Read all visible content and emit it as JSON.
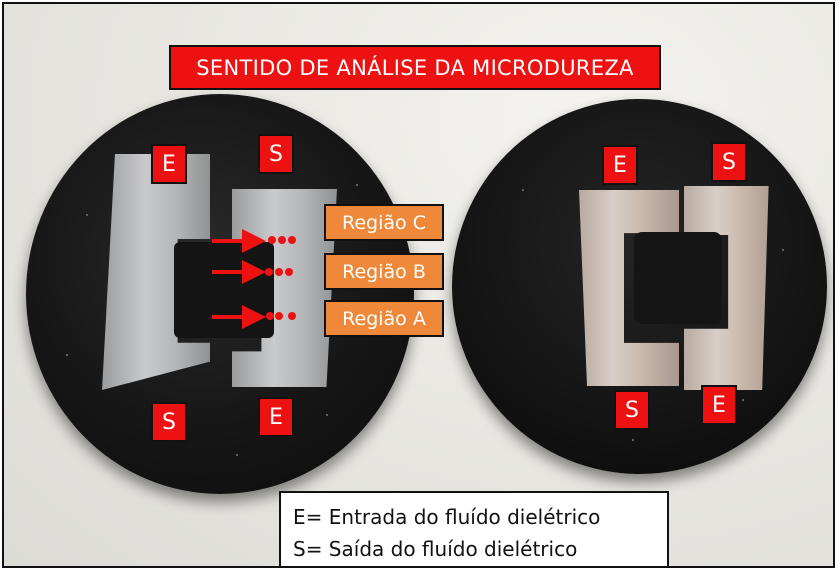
{
  "title": "SENTIDO DE ANÁLISE DA MICRODUREZA",
  "regions": [
    "Região C",
    "Região B",
    "Região A"
  ],
  "left_sample": {
    "top_left": "E",
    "top_right": "S",
    "bottom_left": "S",
    "bottom_right": "E"
  },
  "right_sample": {
    "top_left": "E",
    "top_right": "S",
    "bottom_left": "S",
    "bottom_right": "E"
  },
  "legend": {
    "line1": "E= Entrada do fluído dielétrico",
    "line2": "S= Saída do fluído dielétrico"
  },
  "colors": {
    "label_red": "#ee1111",
    "region_orange": "#f0883a",
    "arrow_red": "#ee1111"
  }
}
